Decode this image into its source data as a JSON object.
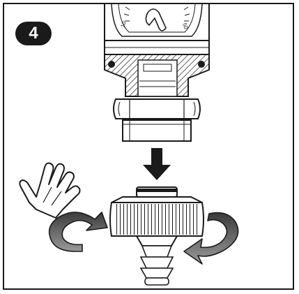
{
  "step_badge": {
    "number": "4"
  },
  "gauge": {
    "tick_label_left": "10",
    "tick_label_right": "50"
  },
  "colors": {
    "ink": "#1a1a1a",
    "hatch": "#555555",
    "paper": "#ffffff",
    "shadow": "#8a8a8a"
  }
}
